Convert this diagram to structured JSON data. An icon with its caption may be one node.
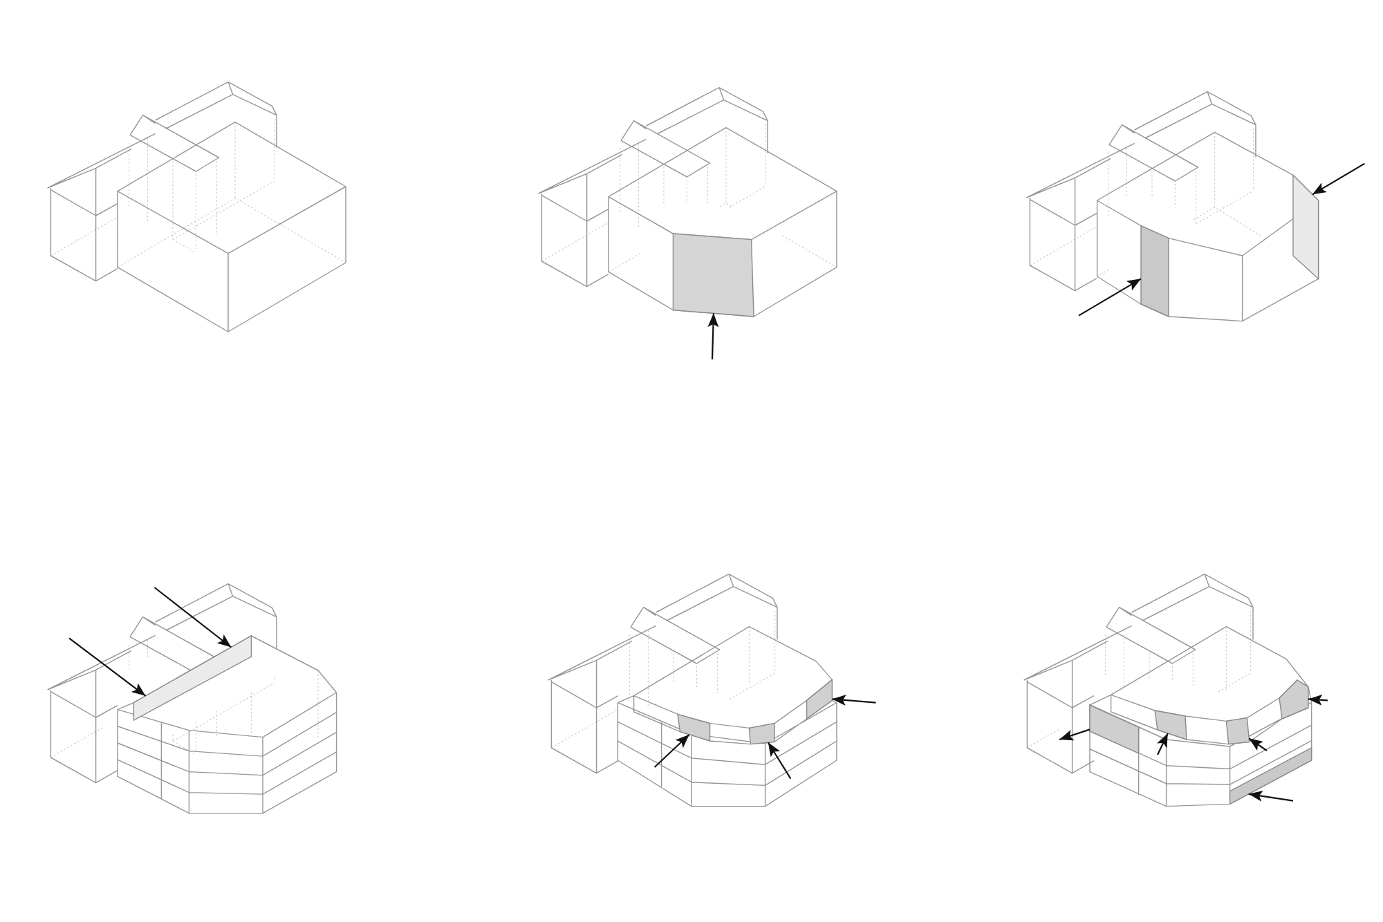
{
  "diagram": {
    "nodes": [
      {
        "text": [],
        "shape": "picture"
      },
      {
        "text": [],
        "shape": "picture"
      },
      {
        "text": [],
        "shape": "box",
        "in": 1
      },
      {
        "text": [],
        "shape": "picture"
      },
      {
        "text": [],
        "shape": "box",
        "in": 3
      },
      {
        "text": [],
        "shape": "box",
        "in": 3
      },
      {
        "text": [],
        "shape": "picture"
      },
      {
        "text": [],
        "shape": "bar",
        "in": 6
      },
      {
        "text": [],
        "shape": "picture"
      },
      {
        "text": [],
        "shape": "box",
        "in": 8
      },
      {
        "text": [],
        "shape": "box",
        "in": 8
      },
      {
        "text": [],
        "shape": "box",
        "in": 8
      },
      {
        "text": [],
        "shape": "picture"
      },
      {
        "text": [],
        "shape": "box",
        "in": 12
      },
      {
        "text": [],
        "shape": "box",
        "in": 12
      },
      {
        "text": [],
        "shape": "box",
        "in": 12
      },
      {
        "text": [],
        "shape": "box",
        "in": 12
      },
      {
        "text": [],
        "shape": "bar",
        "in": 12
      }
    ],
    "edges": [
      {
        "from": null,
        "to": 2,
        "arrow": "to"
      },
      {
        "from": null,
        "to": 4,
        "arrow": "to"
      },
      {
        "from": null,
        "to": 5,
        "arrow": "to"
      },
      {
        "from": null,
        "to": 7,
        "arrow": "to"
      },
      {
        "from": null,
        "to": 7,
        "arrow": "to"
      },
      {
        "from": null,
        "to": 9,
        "arrow": "to"
      },
      {
        "from": null,
        "to": 10,
        "arrow": "to"
      },
      {
        "from": null,
        "to": 11,
        "arrow": "to"
      },
      {
        "from": 13,
        "to": null,
        "arrow": "to"
      },
      {
        "from": null,
        "to": 14,
        "arrow": "to"
      },
      {
        "from": null,
        "to": 15,
        "arrow": "to"
      },
      {
        "from": null,
        "to": 16,
        "arrow": "to"
      },
      {
        "from": null,
        "to": 17,
        "arrow": "to"
      }
    ]
  }
}
